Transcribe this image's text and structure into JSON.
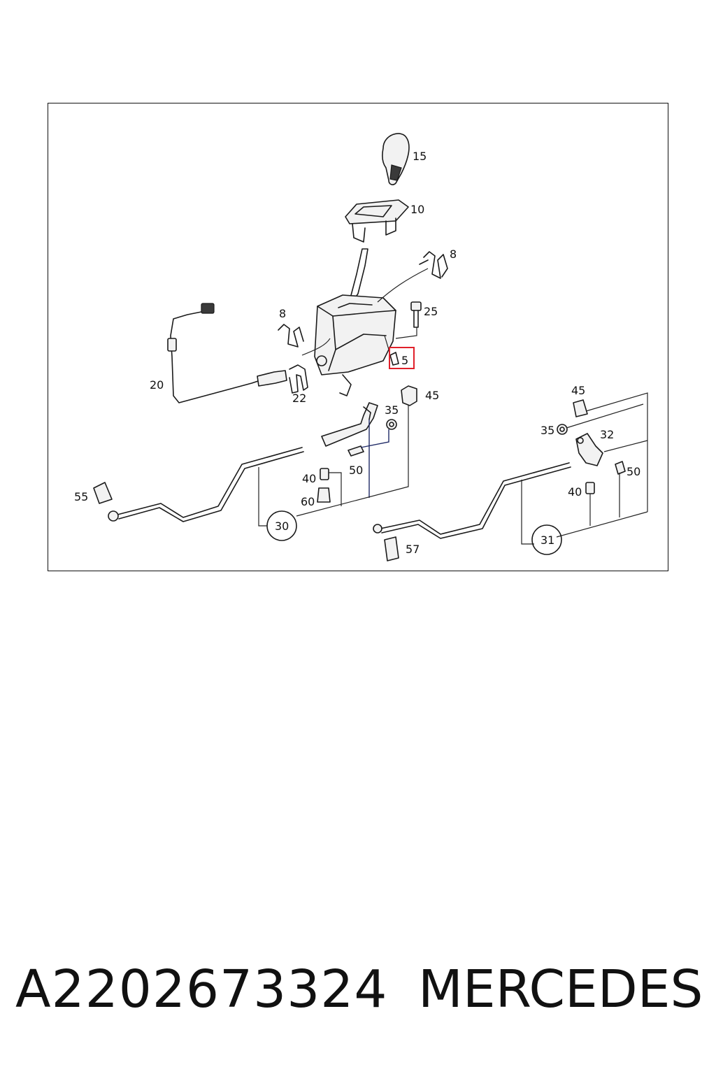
{
  "diagram": {
    "callouts": [
      "15",
      "10",
      "8",
      "8",
      "25",
      "20",
      "22",
      "5",
      "45",
      "35",
      "50",
      "40",
      "60",
      "30",
      "55",
      "45",
      "35",
      "32",
      "50",
      "40",
      "31",
      "57"
    ],
    "highlighted_callout": "5",
    "highlight_color": "#e0202a",
    "line_color": "#1a1a1a",
    "accent_line_color": "#1f2a66"
  },
  "footer": {
    "part_number": "A2202673324",
    "brand": "MERCEDES"
  }
}
